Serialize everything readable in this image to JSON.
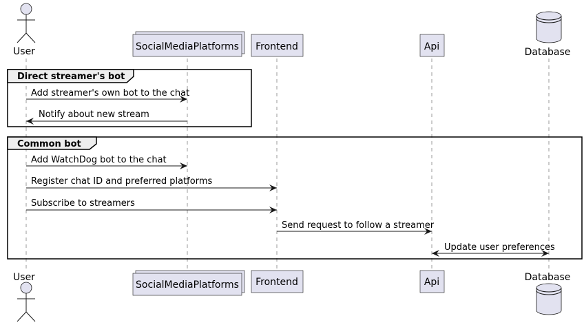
{
  "participants": {
    "user": "User",
    "social": "SocialMediaPlatforms",
    "frontend": "Frontend",
    "api": "Api",
    "database": "Database"
  },
  "groups": [
    {
      "title": "Direct streamer's bot",
      "messages": [
        {
          "text": "Add streamer's own bot to the chat",
          "from": "user",
          "to": "social"
        },
        {
          "text": "Notify about new stream",
          "from": "social",
          "to": "user"
        }
      ]
    },
    {
      "title": "Common bot",
      "messages": [
        {
          "text": "Add WatchDog bot to the chat",
          "from": "user",
          "to": "social"
        },
        {
          "text": "Register chat ID and preferred platforms",
          "from": "user",
          "to": "frontend"
        },
        {
          "text": "Subscribe to streamers",
          "from": "user",
          "to": "frontend"
        },
        {
          "text": "Send request to follow a streamer",
          "from": "frontend",
          "to": "api"
        },
        {
          "text": "Update user preferences",
          "from": "api",
          "to": "database",
          "bidirectional": true
        }
      ]
    }
  ],
  "colors": {
    "participant_fill": "#e2e2f0",
    "frame_tab_fill": "#eeeeee",
    "line": "#181818"
  }
}
